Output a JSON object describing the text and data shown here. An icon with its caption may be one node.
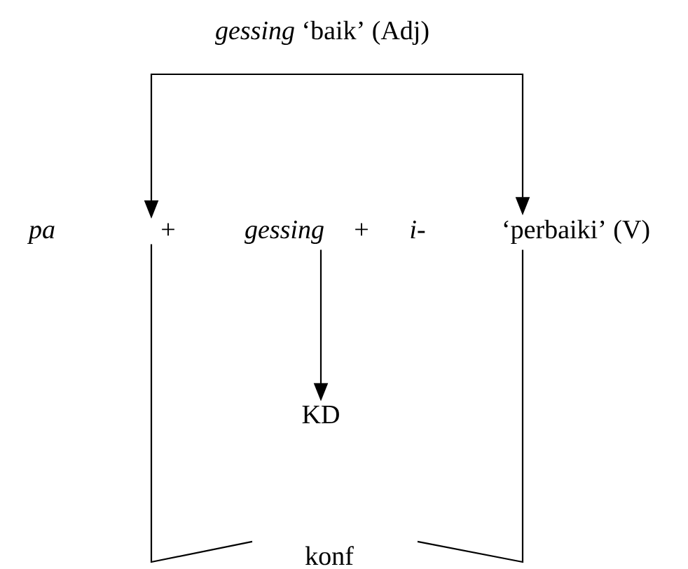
{
  "diagram": {
    "nodes": [
      {
        "text": [
          "pa"
        ]
      },
      {
        "text": [
          "+"
        ]
      },
      {
        "text": [
          "gessing"
        ]
      },
      {
        "text": [
          "+"
        ]
      },
      {
        "text": [
          "i-"
        ]
      },
      {
        "text": [
          "‘perbaiki’ (V)"
        ]
      },
      {
        "text": [
          "KD"
        ]
      },
      {
        "text": [
          "konf"
        ]
      }
    ],
    "edges": [
      {
        "from": null,
        "to": 1,
        "arrow": "to"
      },
      {
        "from": null,
        "to": 5,
        "arrow": "to"
      },
      {
        "from": 2,
        "to": 6,
        "arrow": "to"
      },
      {
        "from": 1,
        "to": 7,
        "arrow": "none"
      },
      {
        "from": 5,
        "to": 7,
        "arrow": "none"
      }
    ],
    "labels": [
      "*gessing* ‘baik’ (Adj)"
    ]
  }
}
